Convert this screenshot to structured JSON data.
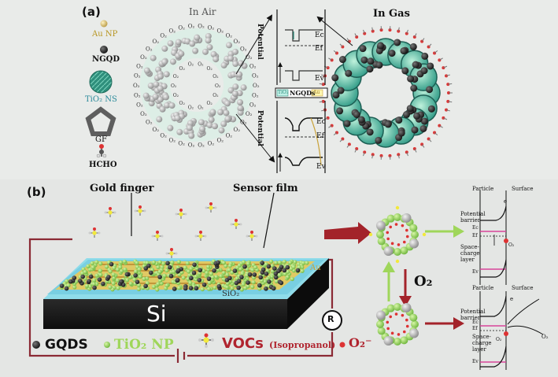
{
  "panel_a": {
    "label": "(a)",
    "legend": {
      "au_np": "Au NP",
      "ngqd": "NGQD",
      "tio2_ns": "TiO₂ NS",
      "gf": "GF",
      "hcho": "HCHO"
    },
    "in_air": "In Air",
    "in_gas": "In Gas",
    "band": {
      "potential_top": "Potential",
      "potential_bottom": "Potential",
      "ec_top": "Ec",
      "ef_top": "Ef",
      "ev_top": "Ev",
      "ec_bottom": "Ec",
      "ef_bottom": "Ef",
      "ev_bottom": "Ev",
      "strip_tio2": "TiO₂",
      "strip_ngqds": "NGQDs",
      "strip_au": "Au"
    },
    "o2_glyph": "O₂"
  },
  "panel_b": {
    "label": "(b)",
    "gold_finger": "Gold finger",
    "sensor_film": "Sensor film",
    "au": "Au",
    "sio2": "SiO₂",
    "si": "Si",
    "resistor": "R",
    "o2": "O₂",
    "legend": {
      "gqds": "GQDS",
      "tio2_np": "TiO₂ NP",
      "vocs": "VOCs",
      "isopropanol": "(Isopropanol)",
      "o2_minus": "O₂⁻"
    },
    "top_band": {
      "particle": "Particle",
      "surface": "Surface",
      "potential_barrier": "Potential barrier",
      "space_charge": "Space-charge layer",
      "ec": "Ec",
      "ef": "Ef",
      "ev": "Ev",
      "e": "e",
      "o2s": "O₂"
    },
    "bottom_band": {
      "particle": "Particle",
      "surface": "Surface",
      "potential_barrier": "Potential barrier",
      "space_charge": "Space-charge layer",
      "ec": "Ec",
      "ef": "Ef",
      "ev": "Ev",
      "e": "e",
      "o2s": "O₂",
      "o2_out": "O₂"
    }
  },
  "colors": {
    "tio2_green": "#9fd86a",
    "ngqd_dark": "#2b2b2b",
    "au_gold": "#d9c27a",
    "gf_gray": "#6e6e6e",
    "tio2_ns_teal": "#2f9a86",
    "arrow_red": "#a3232a",
    "arrow_green": "#9fd65a",
    "substrate_cyan": "#7fd3e6",
    "si_black": "#1b1b1b",
    "pink_line": "#d8459a"
  }
}
